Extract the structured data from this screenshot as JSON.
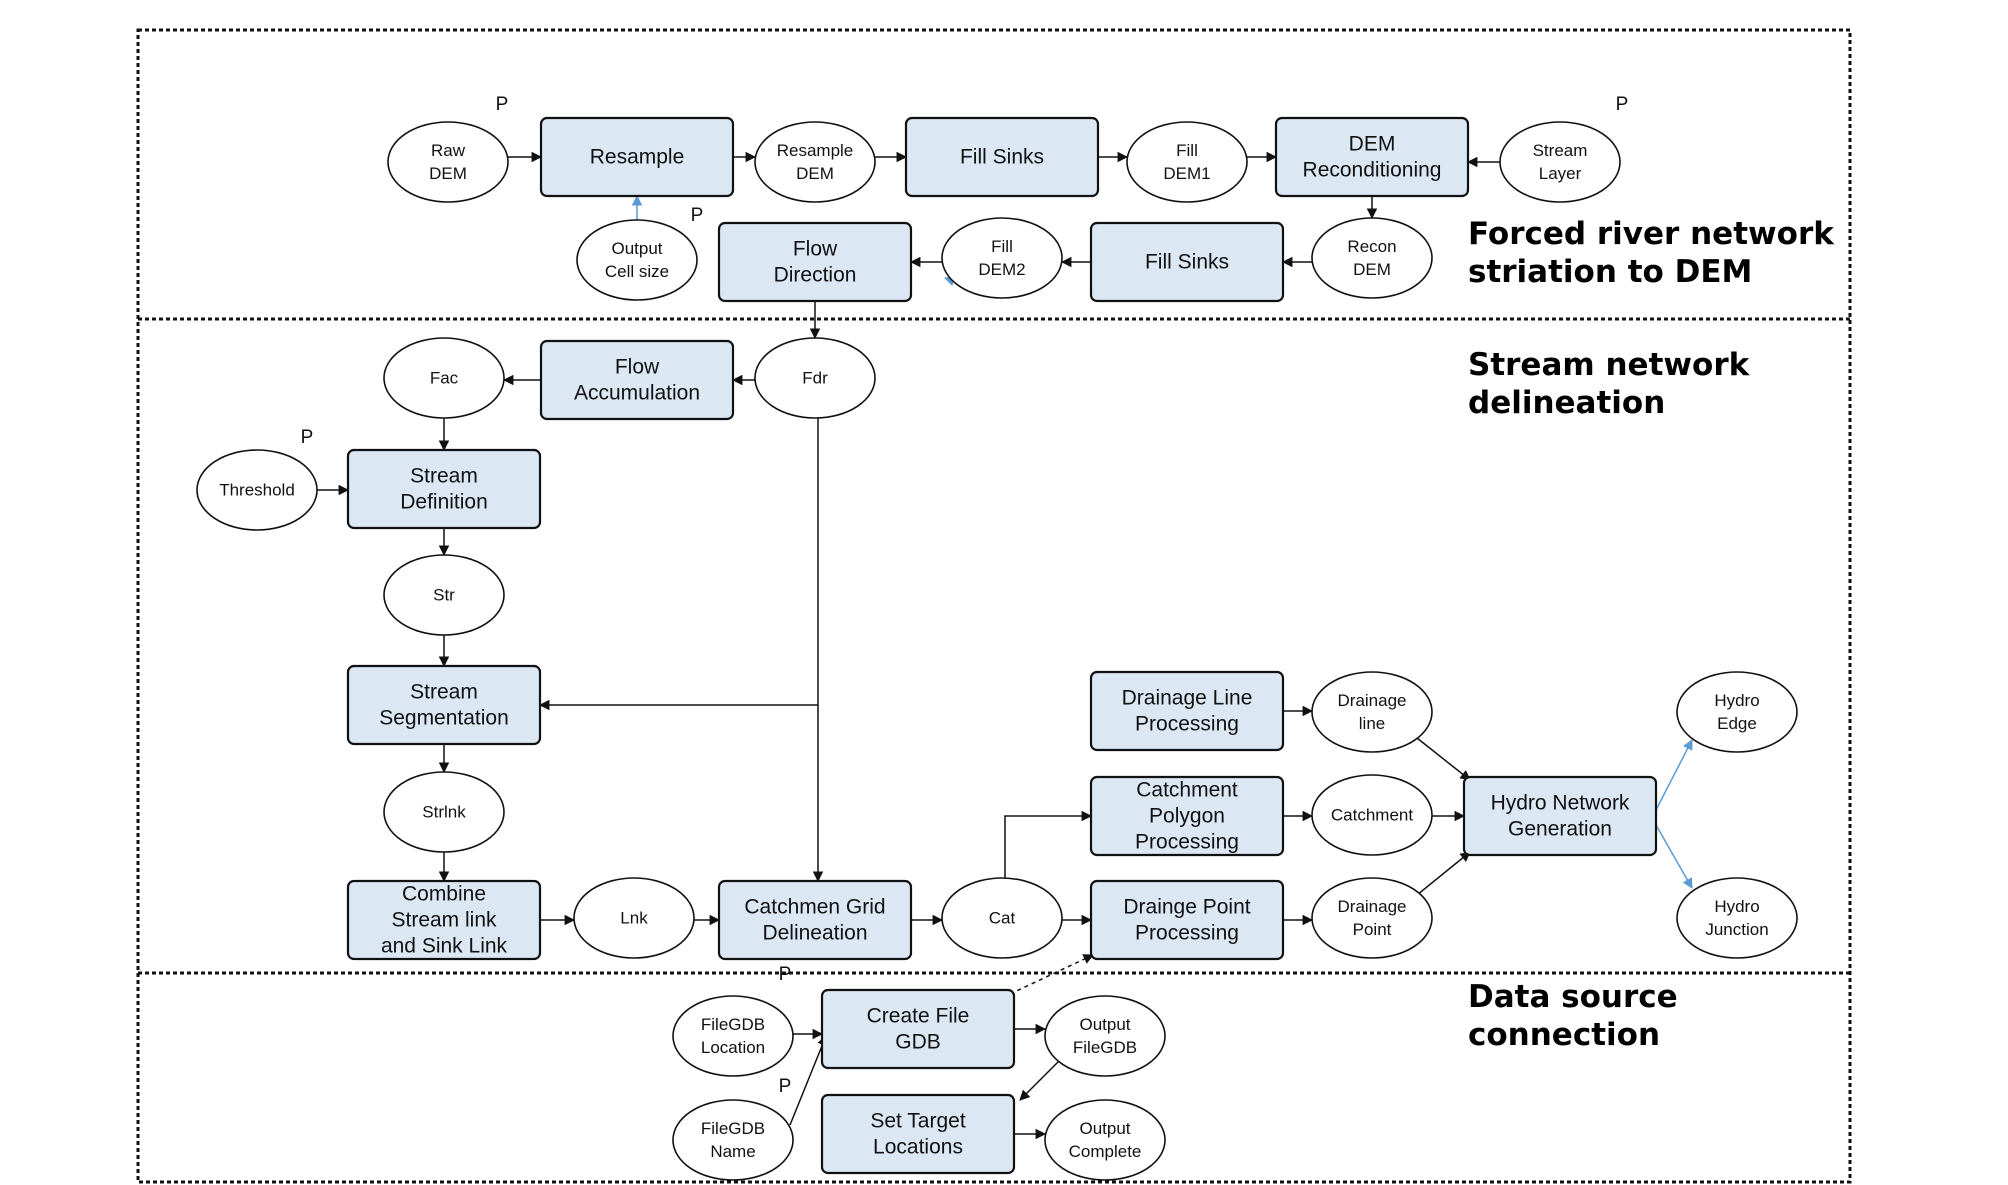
{
  "nodes": {
    "raw_dem": {
      "lines": [
        "Raw",
        "DEM"
      ],
      "kind": "data"
    },
    "resample": {
      "lines": [
        "Resample"
      ],
      "kind": "process"
    },
    "resample_dem": {
      "lines": [
        "Resample",
        "DEM"
      ],
      "kind": "data"
    },
    "fill_sinks_1": {
      "lines": [
        "Fill Sinks"
      ],
      "kind": "process"
    },
    "fill_dem1": {
      "lines": [
        "Fill",
        "DEM1"
      ],
      "kind": "data"
    },
    "dem_recond": {
      "lines": [
        "DEM",
        "Reconditioning"
      ],
      "kind": "process"
    },
    "stream_layer": {
      "lines": [
        "Stream",
        "Layer"
      ],
      "kind": "data"
    },
    "output_cell": {
      "lines": [
        "Output",
        "Cell  size"
      ],
      "kind": "data"
    },
    "flow_direction": {
      "lines": [
        "Flow",
        "Direction"
      ],
      "kind": "process"
    },
    "fill_dem2": {
      "lines": [
        "Fill",
        "DEM2"
      ],
      "kind": "data"
    },
    "fill_sinks_2": {
      "lines": [
        "Fill Sinks"
      ],
      "kind": "process"
    },
    "recon_dem": {
      "lines": [
        "Recon",
        "DEM"
      ],
      "kind": "data"
    },
    "fac": {
      "lines": [
        "Fac"
      ],
      "kind": "data"
    },
    "flow_accum": {
      "lines": [
        "Flow",
        "Accumulation"
      ],
      "kind": "process"
    },
    "fdr": {
      "lines": [
        "Fdr"
      ],
      "kind": "data"
    },
    "threshold": {
      "lines": [
        "Threshold"
      ],
      "kind": "data"
    },
    "stream_def": {
      "lines": [
        "Stream",
        "Definition"
      ],
      "kind": "process"
    },
    "str": {
      "lines": [
        "Str"
      ],
      "kind": "data"
    },
    "stream_seg": {
      "lines": [
        "Stream",
        "Segmentation"
      ],
      "kind": "process"
    },
    "strlnk": {
      "lines": [
        "Strlnk"
      ],
      "kind": "data"
    },
    "combine": {
      "lines": [
        "Combine",
        "Stream link",
        "and Sink Link"
      ],
      "kind": "process"
    },
    "lnk": {
      "lines": [
        "Lnk"
      ],
      "kind": "data"
    },
    "catchgrid": {
      "lines": [
        "Catchmen Grid",
        "Delineation"
      ],
      "kind": "process"
    },
    "cat": {
      "lines": [
        "Cat"
      ],
      "kind": "data"
    },
    "drainage_line_proc": {
      "lines": [
        "Drainage Line",
        "Processing"
      ],
      "kind": "process"
    },
    "drainage_line": {
      "lines": [
        "Drainage",
        "line"
      ],
      "kind": "data"
    },
    "catch_poly": {
      "lines": [
        "Catchment",
        "Polygon",
        "Processing"
      ],
      "kind": "process"
    },
    "catchment": {
      "lines": [
        "Catchment"
      ],
      "kind": "data"
    },
    "drainge_point_proc": {
      "lines": [
        "Drainge Point",
        "Processing"
      ],
      "kind": "process"
    },
    "drainage_point": {
      "lines": [
        "Drainage",
        "Point"
      ],
      "kind": "data"
    },
    "hydro_net": {
      "lines": [
        "Hydro Network",
        "Generation"
      ],
      "kind": "process"
    },
    "hydro_edge": {
      "lines": [
        "Hydro",
        "Edge"
      ],
      "kind": "data"
    },
    "hydro_junction": {
      "lines": [
        "Hydro",
        "Junction"
      ],
      "kind": "data"
    },
    "filegdb_loc": {
      "lines": [
        "FileGDB",
        "Location"
      ],
      "kind": "data"
    },
    "filegdb_name": {
      "lines": [
        "FileGDB",
        "Name"
      ],
      "kind": "data"
    },
    "create_gdb": {
      "lines": [
        "Create File",
        "GDB"
      ],
      "kind": "process"
    },
    "output_filegdb": {
      "lines": [
        "Output",
        "FileGDB"
      ],
      "kind": "data"
    },
    "set_target": {
      "lines": [
        "Set Target",
        "Locations"
      ],
      "kind": "process"
    },
    "output_complete": {
      "lines": [
        "Output",
        "Complete"
      ],
      "kind": "data"
    }
  },
  "parameter_marker": "P",
  "sections": [
    {
      "lines": [
        "Forced river network",
        "striation to DEM"
      ]
    },
    {
      "lines": [
        "Stream network",
        "delineation"
      ]
    },
    {
      "lines": [
        "Data source",
        "connection"
      ]
    }
  ]
}
